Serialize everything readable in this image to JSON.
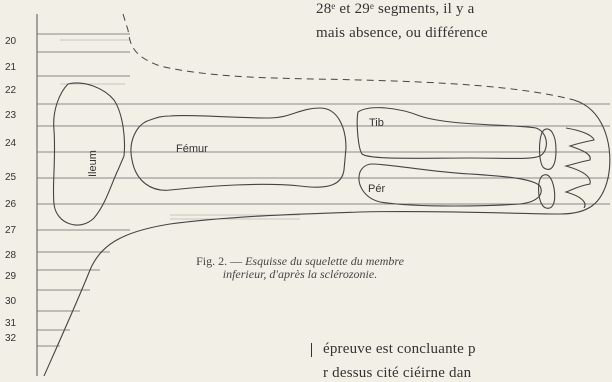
{
  "body_text": {
    "line_1": "28ᵉ et 29ᵉ segments, il y a",
    "line_2": "mais absence, ou différence",
    "line_3": "épreuve est concluante p",
    "line_4": "r dessus cité ciéirne dan"
  },
  "caption": {
    "prefix": "Fig. 2. — ",
    "line_1_italic": "Esquisse du squelette du membre",
    "line_2_italic": "inferieur, d'après la sclérozonie."
  },
  "segment_labels": [
    "20",
    "21",
    "22",
    "23",
    "24",
    "25",
    "26",
    "27",
    "28",
    "29",
    "30",
    "31",
    "32"
  ],
  "bone_labels": {
    "ileum": "Ileum",
    "femur": "Fémur",
    "tibia": "Tib",
    "perone": "Pér"
  },
  "colors": {
    "paper": "#f1efe6",
    "ink": "#333333"
  }
}
